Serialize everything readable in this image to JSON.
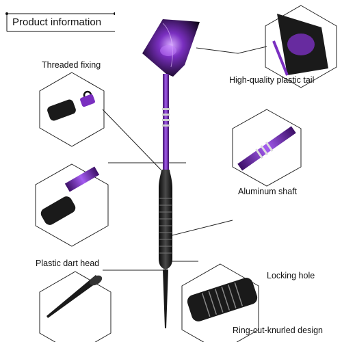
{
  "title": "Product information",
  "labels": {
    "threaded_fixing": "Threaded fixing",
    "plastic_tail": "High-quality plastic tail",
    "aluminum_shaft": "Aluminum shaft",
    "plastic_head": "Plastic dart head",
    "locking_hole": "Locking hole",
    "knurled": "Ring-cut-knurled design"
  },
  "colors": {
    "accent_purple": "#7a2fc0",
    "dark_purple": "#3c0f66",
    "barrel_black": "#1c1c1c",
    "outline": "#222222"
  },
  "icons": [
    "dart-icon"
  ]
}
